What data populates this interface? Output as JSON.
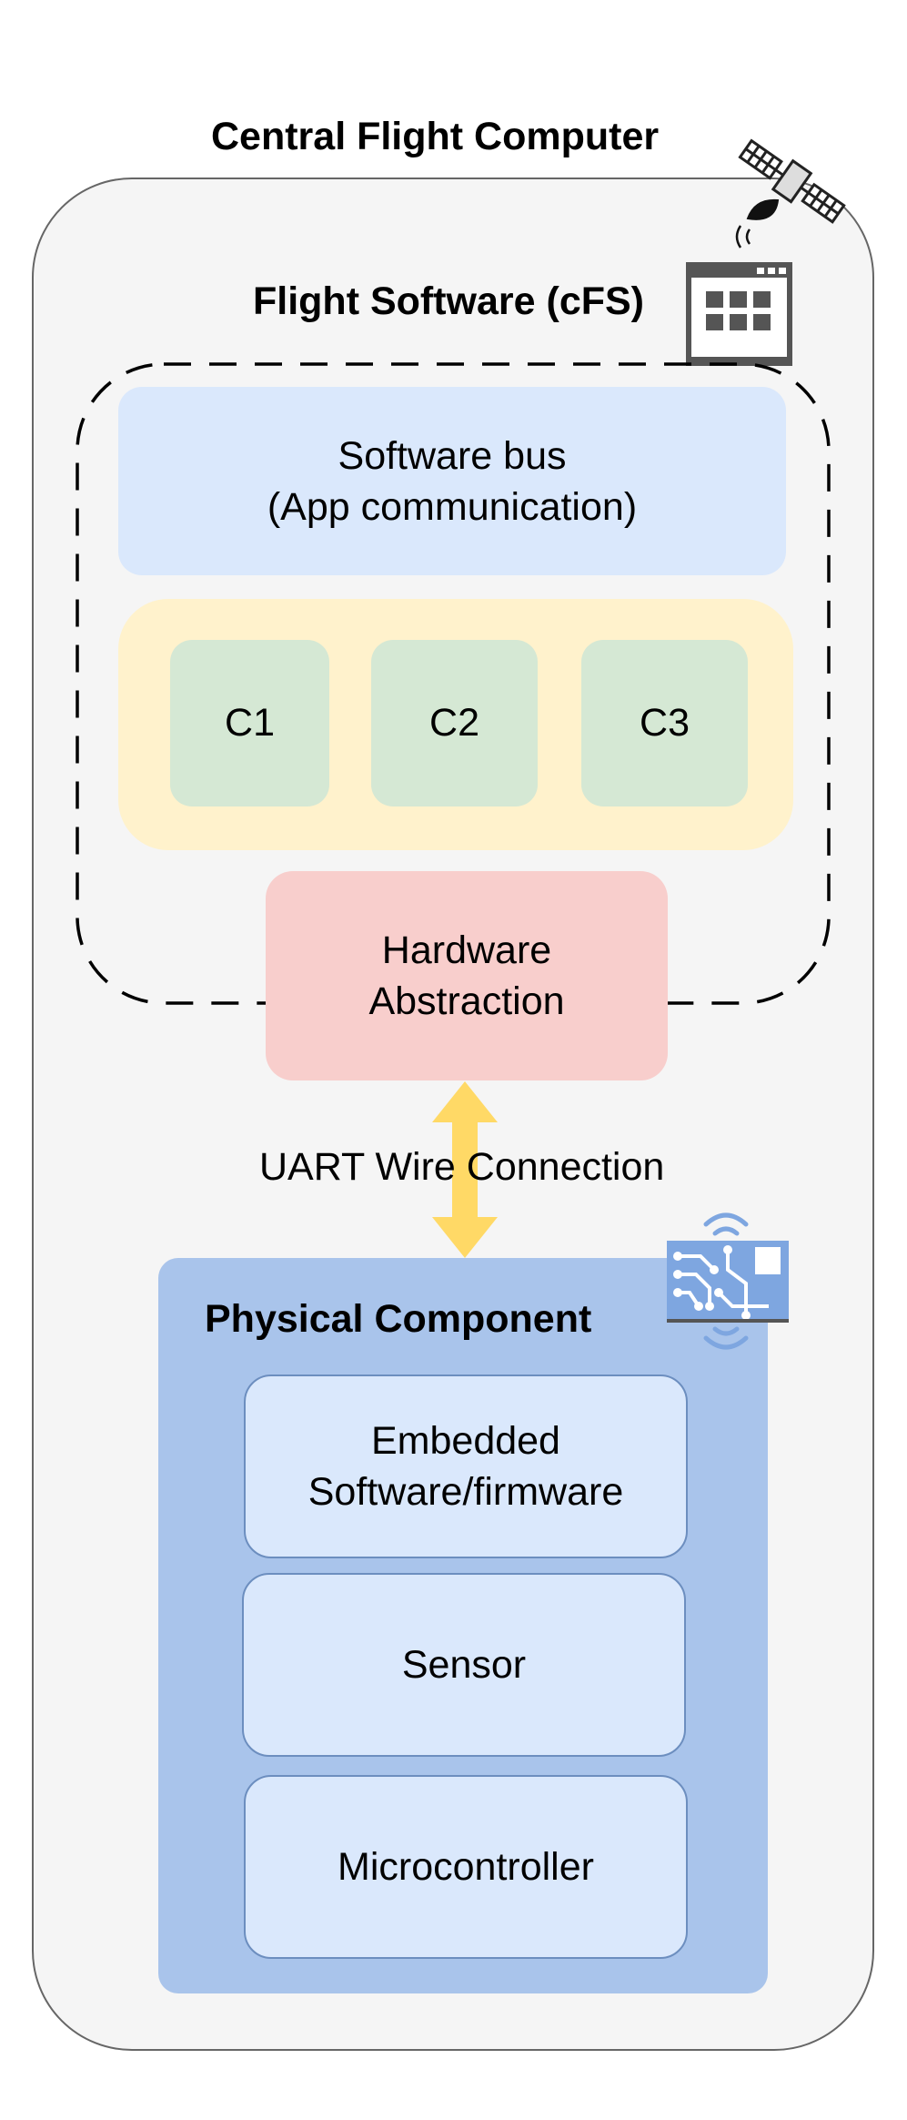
{
  "titles": {
    "central": "Central Flight Computer",
    "flight_software": "Flight Software (cFS)",
    "physical": "Physical Component"
  },
  "software_bus": {
    "line1": "Software bus",
    "line2": "(App communication)"
  },
  "components": [
    "C1",
    "C2",
    "C3"
  ],
  "hardware_abstraction": {
    "line1": "Hardware",
    "line2": "Abstraction"
  },
  "connection": {
    "label": "UART Wire Connection"
  },
  "physical_items": {
    "embedded": {
      "line1": "Embedded",
      "line2": "Software/firmware"
    },
    "sensor": "Sensor",
    "microcontroller": "Microcontroller"
  },
  "icons": {
    "satellite": "satellite-icon",
    "software_window": "app-window-icon",
    "circuit": "circuit-board-icon"
  },
  "colors": {
    "computer_fill": "#f5f5f5",
    "bus_fill": "#dae8fc",
    "component_area_fill": "#fff2cc",
    "component_fill": "#d5e8d4",
    "hardware_fill": "#f8cecc",
    "physical_fill": "#a9c4eb",
    "physical_item_fill": "#dae8fc",
    "arrow": "#ffd966"
  }
}
